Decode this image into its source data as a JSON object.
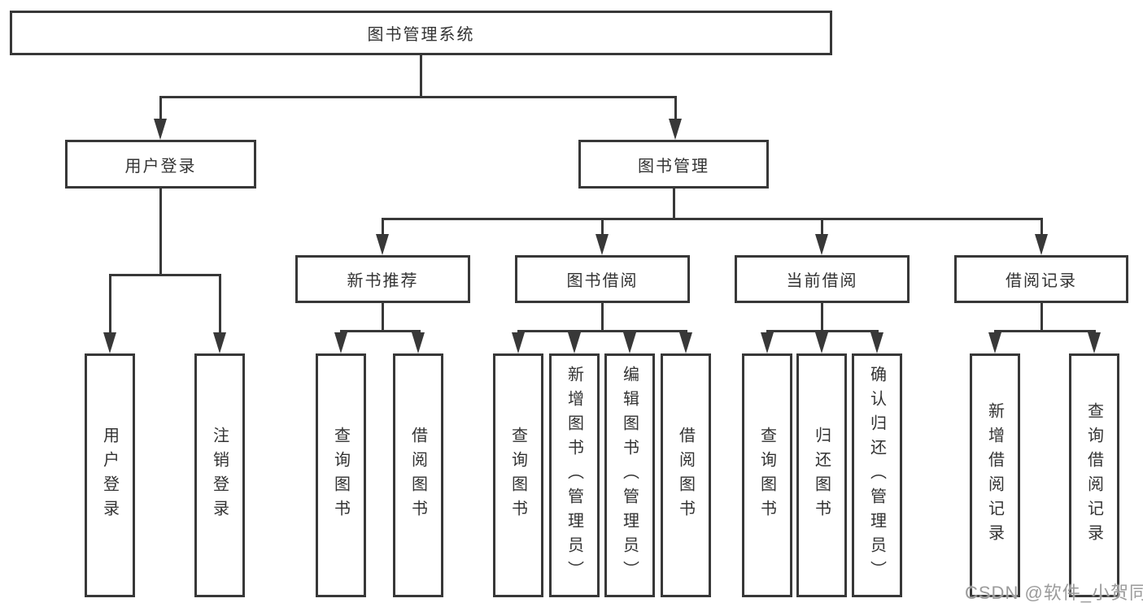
{
  "tree": {
    "root": {
      "label": "图书管理系统"
    },
    "branches": [
      {
        "label": "用户登录",
        "children": [
          {
            "label": "用户登录"
          },
          {
            "label": "注销登录"
          }
        ]
      },
      {
        "label": "图书管理",
        "sections": [
          {
            "label": "新书推荐",
            "children": [
              {
                "label": "查询图书"
              },
              {
                "label": "借阅图书"
              }
            ]
          },
          {
            "label": "图书借阅",
            "children": [
              {
                "label": "查询图书"
              },
              {
                "label": "新增图书（管理员）"
              },
              {
                "label": "编辑图书（管理员）"
              },
              {
                "label": "借阅图书"
              }
            ]
          },
          {
            "label": "当前借阅",
            "children": [
              {
                "label": "查询图书"
              },
              {
                "label": "归还图书"
              },
              {
                "label": "确认归还（管理员）"
              }
            ]
          },
          {
            "label": "借阅记录",
            "children": [
              {
                "label": "新增借阅记录"
              },
              {
                "label": "查询借阅记录"
              }
            ]
          }
        ]
      }
    ]
  },
  "watermark": {
    "text": "CSDN @软件_小贺同学"
  },
  "colors": {
    "line": "#383838",
    "text": "#333333",
    "background": "#ffffff",
    "watermark": "#9b9b9b"
  }
}
